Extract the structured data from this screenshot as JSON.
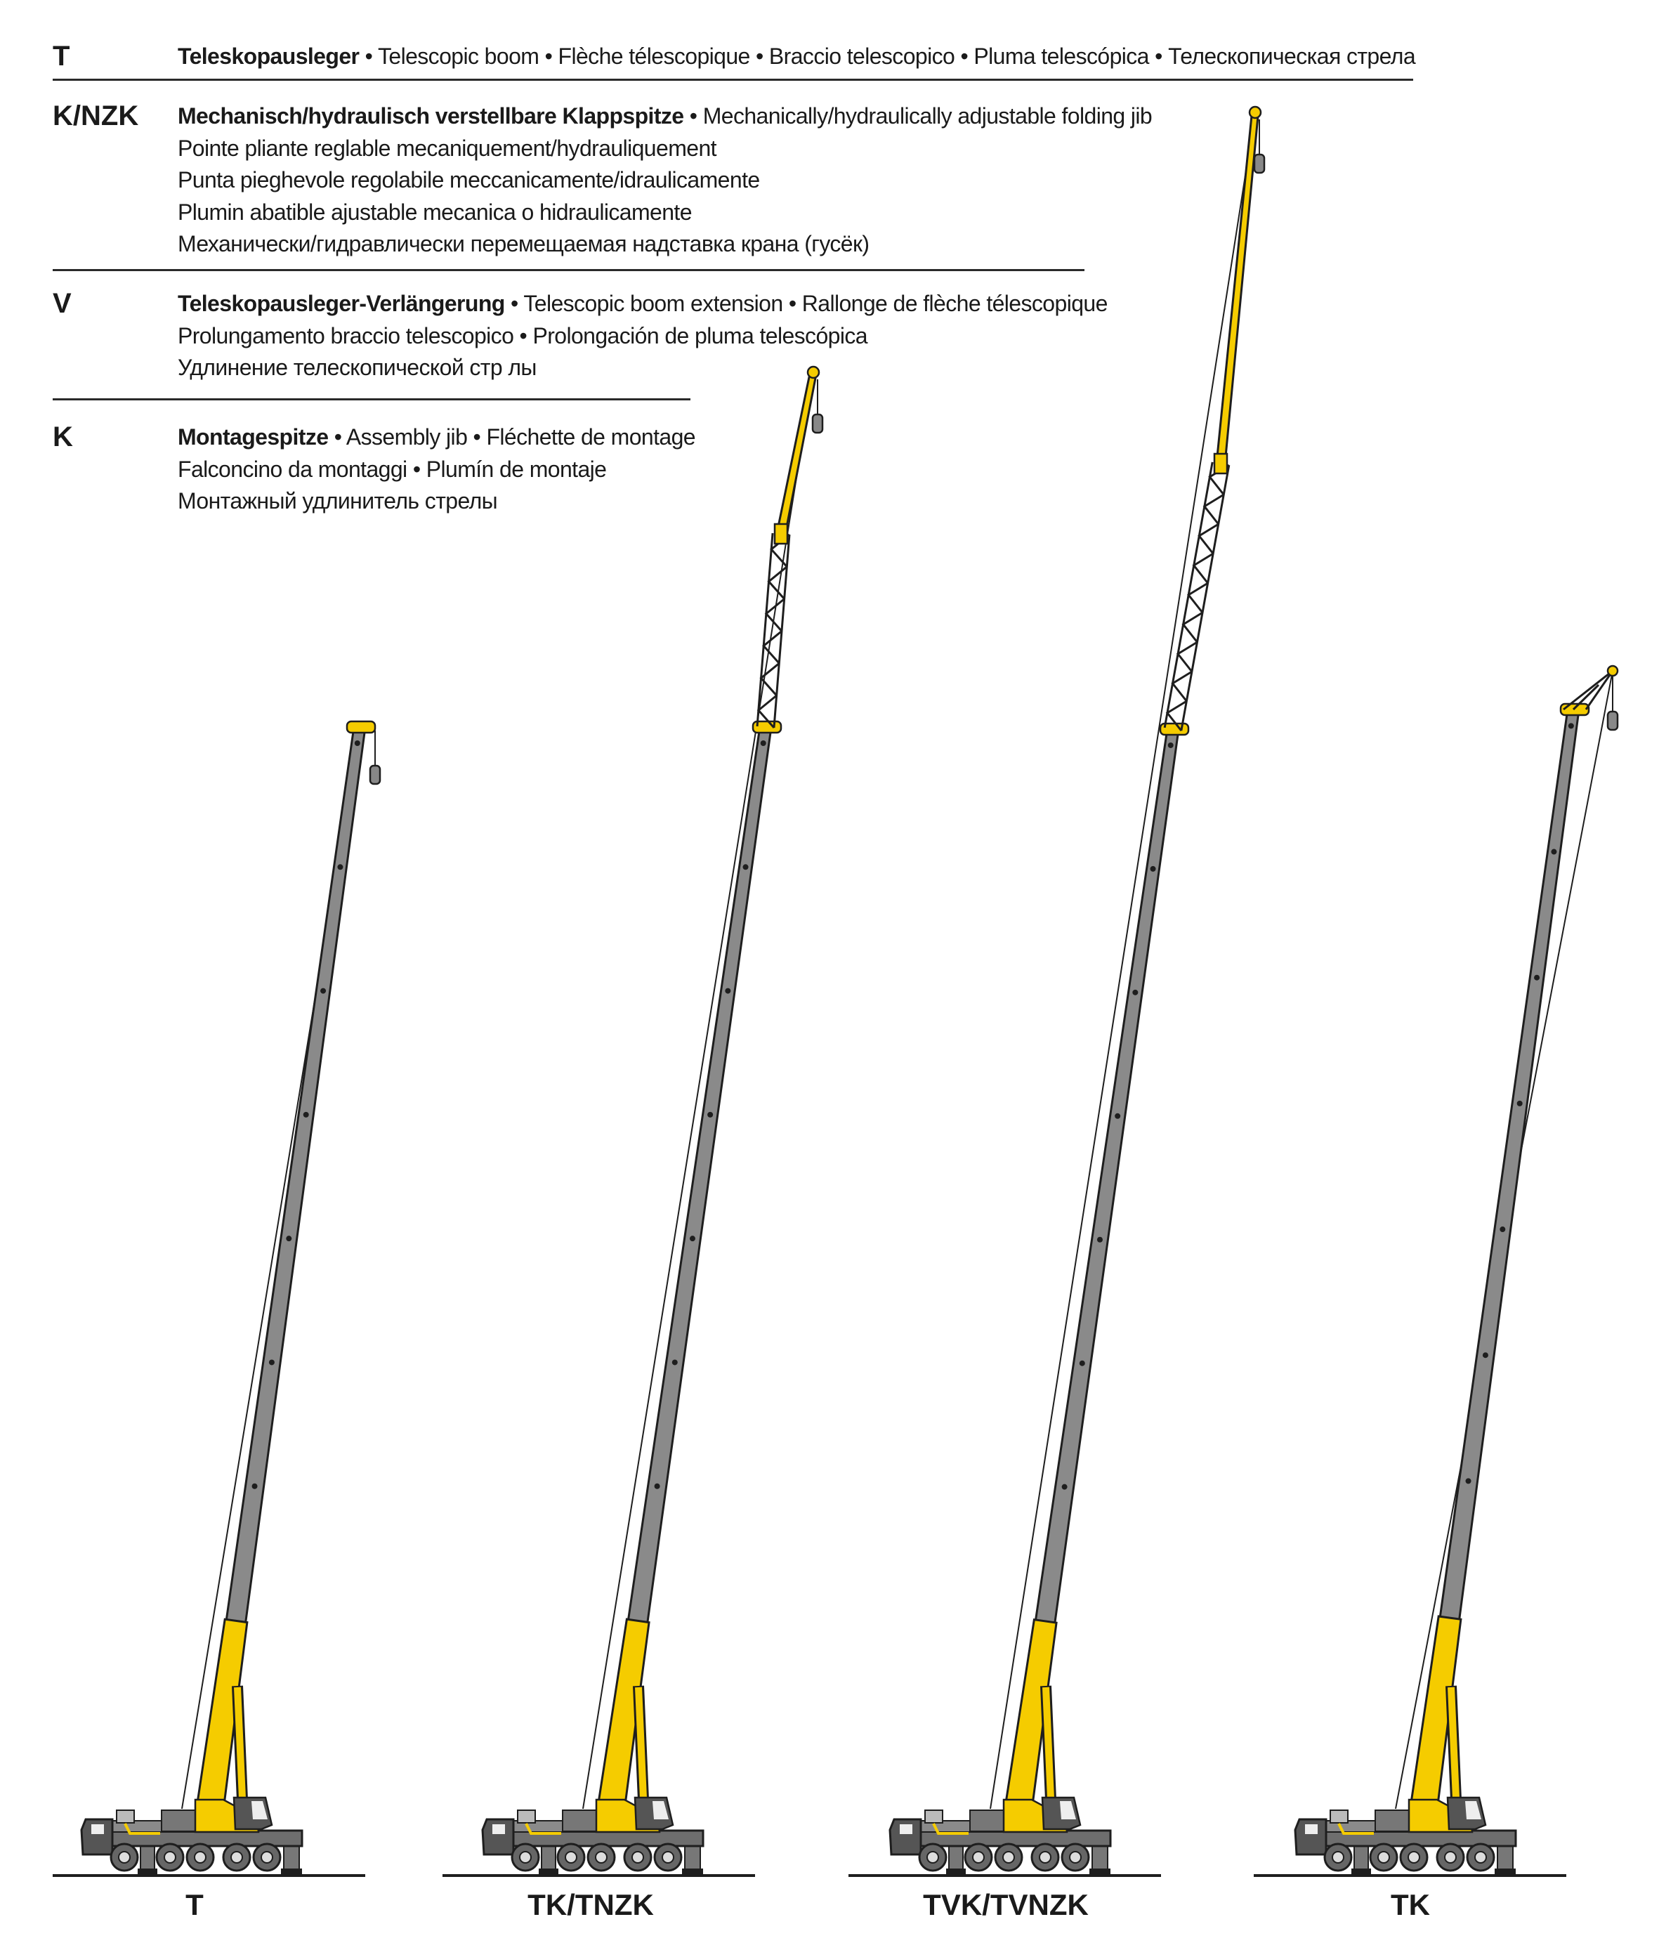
{
  "legend": [
    {
      "code": "T",
      "lines": [
        {
          "bold": "Teleskopausleger",
          "rest": " • Telescopic boom • Flèche télescopique • Braccio telescopico • Pluma telescópica • Телескопическая стрела"
        }
      ]
    },
    {
      "code": "K/NZK",
      "lines": [
        {
          "bold": "Mechanisch/hydraulisch verstellbare Klappspitze",
          "rest": " • Mechanically/hydraulically adjustable folding jib"
        },
        {
          "bold": "",
          "rest": "Pointe pliante reglable mecaniquement/hydrauliquement"
        },
        {
          "bold": "",
          "rest": "Punta pieghevole regolabile meccanicamente/idraulicamente"
        },
        {
          "bold": "",
          "rest": "Plumin abatible ajustable mecanica o hidraulicamente"
        },
        {
          "bold": "",
          "rest": "Механически/гидравлически перемещаемая надставка крана (гусёк)"
        }
      ]
    },
    {
      "code": "V",
      "lines": [
        {
          "bold": "Teleskopausleger-Verlängerung",
          "rest": " • Telescopic boom extension • Rallonge de flèche télescopique"
        },
        {
          "bold": "",
          "rest": "Prolungamento braccio telescopico • Prolongación de pluma telescópica"
        },
        {
          "bold": "",
          "rest": "Удлинение телескопической стр лы"
        }
      ]
    },
    {
      "code": "K",
      "lines": [
        {
          "bold": "Montagespitze",
          "rest": " • Assembly jib • Fléchette de montage"
        },
        {
          "bold": "",
          "rest": "Falconcino da montaggi • Plumín de montaje"
        },
        {
          "bold": "",
          "rest": "Монтажный удлинитель стрелы"
        }
      ]
    }
  ],
  "configurations": [
    {
      "label": "T"
    },
    {
      "label": "TK/TNZK"
    },
    {
      "label": "TVK/TVNZK"
    },
    {
      "label": "TK"
    }
  ],
  "colors": {
    "yellow": "#f5cc00",
    "boom_gray": "#8a8a8a",
    "dark": "#1e1e1e",
    "body_gray": "#6e6e6e"
  }
}
